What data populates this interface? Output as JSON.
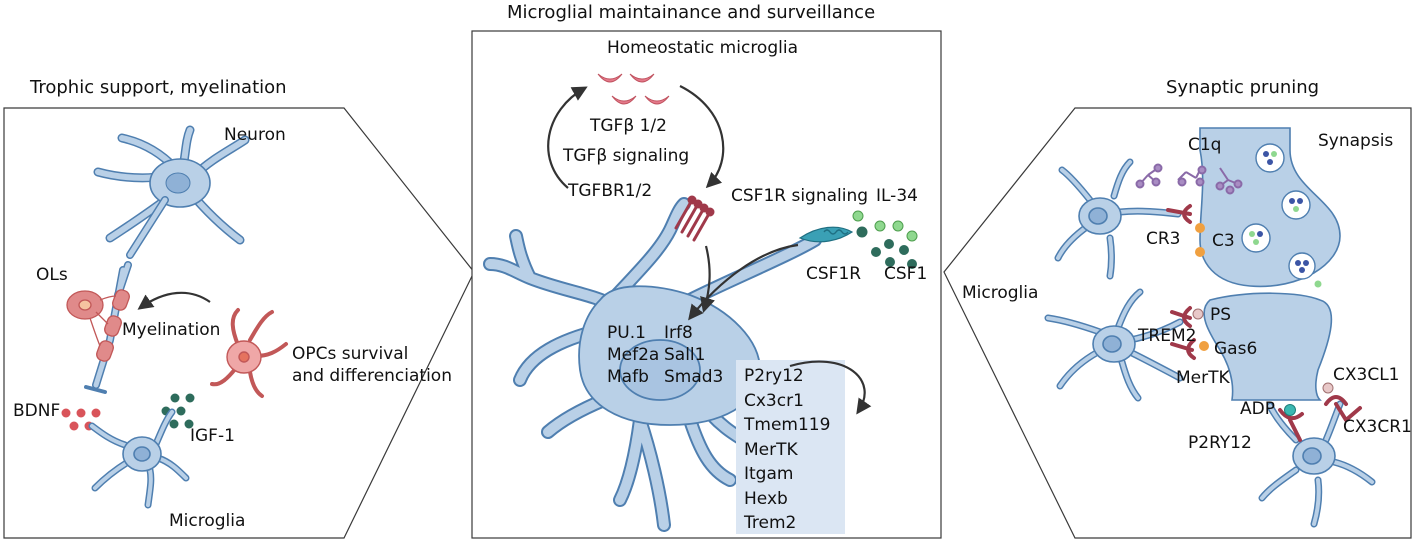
{
  "colors": {
    "cell_fill": "#b9d0e7",
    "cell_stroke": "#4f7fb0",
    "nucleus": "#8fb1d6",
    "red_ligand": "#d9545a",
    "green_ligand": "#2e6c5c",
    "light_green": "#8fd88f",
    "purple": "#a98dc3",
    "receptor": "#a0394a",
    "orange": "#f0a040",
    "panel_bg": "#ffffff",
    "gene_box": "#dbe6f3"
  },
  "left_panel": {
    "title": "Trophic support, myelination",
    "neuron": "Neuron",
    "ols": "OLs",
    "myelination": "Myelination",
    "opcs": "OPCs survival\nand differenciation",
    "bdnf": "BDNF",
    "igf": "IGF-1",
    "microglia": "Microglia"
  },
  "center_panel": {
    "top_title": "Microglial maintainance and surveillance",
    "title": "Homeostatic microglia",
    "tgf_b12": "TGFβ 1/2",
    "tgf_signaling": "TGFβ signaling",
    "tgfbr": "TGFBR1/2",
    "csf1r_signaling": "CSF1R signaling",
    "il34": "IL-34",
    "csf1r": "CSF1R",
    "csf1": "CSF1",
    "tf_col1": "PU.1\nMef2a\nMafb",
    "tf_col2": "Irf8\nSall1\nSmad3",
    "genes": "P2ry12\nCx3cr1\nTmem119\nMerTK\nItgam\nHexb\nTrem2"
  },
  "right_panel": {
    "title": "Synaptic pruning",
    "synapsis": "Synapsis",
    "c1q": "C1q",
    "cr3": "CR3",
    "c3": "C3",
    "microglia": "Microglia",
    "trem2": "TREM2",
    "ps": "PS",
    "gas6": "Gas6",
    "mertk": "MerTK",
    "cx3cl1": "CX3CL1",
    "adp": "ADP",
    "p2ry12": "P2RY12",
    "cx3cr1": "CX3CR1"
  }
}
